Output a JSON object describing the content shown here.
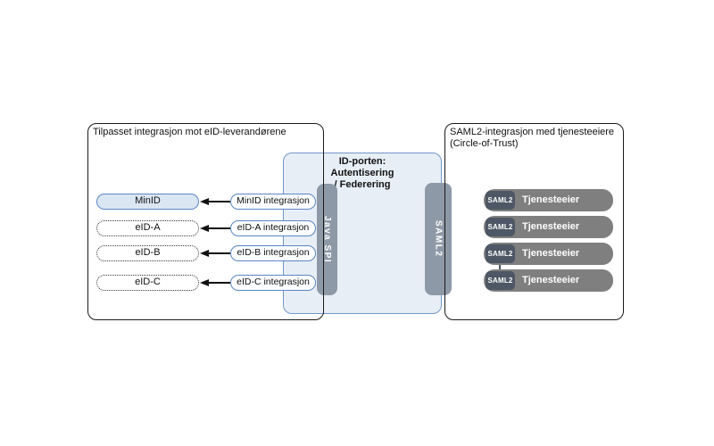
{
  "left_panel": {
    "title": "Tilpasset integrasjon mot eID-leverandørene",
    "providers": [
      {
        "label": "MinID"
      },
      {
        "label": "eID-A"
      },
      {
        "label": "eID-B"
      },
      {
        "label": "eID-C"
      }
    ],
    "integrations": [
      {
        "label": "MinID integrasjon"
      },
      {
        "label": "eID-A integrasjon"
      },
      {
        "label": "eID-B integrasjon"
      },
      {
        "label": "eID-C integrasjon"
      }
    ]
  },
  "id_porten": {
    "title_line1": "ID-porten:",
    "title_line2": "Autentisering",
    "title_line3": "/ Federering",
    "java_spi_label": "Java SPI",
    "saml2_label": "SAML2"
  },
  "right_panel": {
    "title_line1": "SAML2-integrasjon med tjenesteeiere",
    "title_line2": "(Circle-of-Trust)",
    "rows": [
      {
        "badge": "SAML2",
        "label": "Tjenesteeier"
      },
      {
        "badge": "SAML2",
        "label": "Tjenesteeier"
      },
      {
        "badge": "SAML2",
        "label": "Tjenesteeier"
      },
      {
        "badge": "SAML2",
        "label": "Tjenesteeier"
      }
    ]
  },
  "colors": {
    "accent_blue_border": "#5b87c5",
    "idporten_fill": "#e8eef6",
    "vertical_bar_gray": "#8e99a7",
    "saml2_badge_dark": "#4d5765",
    "service_bar_gray": "#7f7f7f",
    "line_black": "#1a1a1a"
  }
}
